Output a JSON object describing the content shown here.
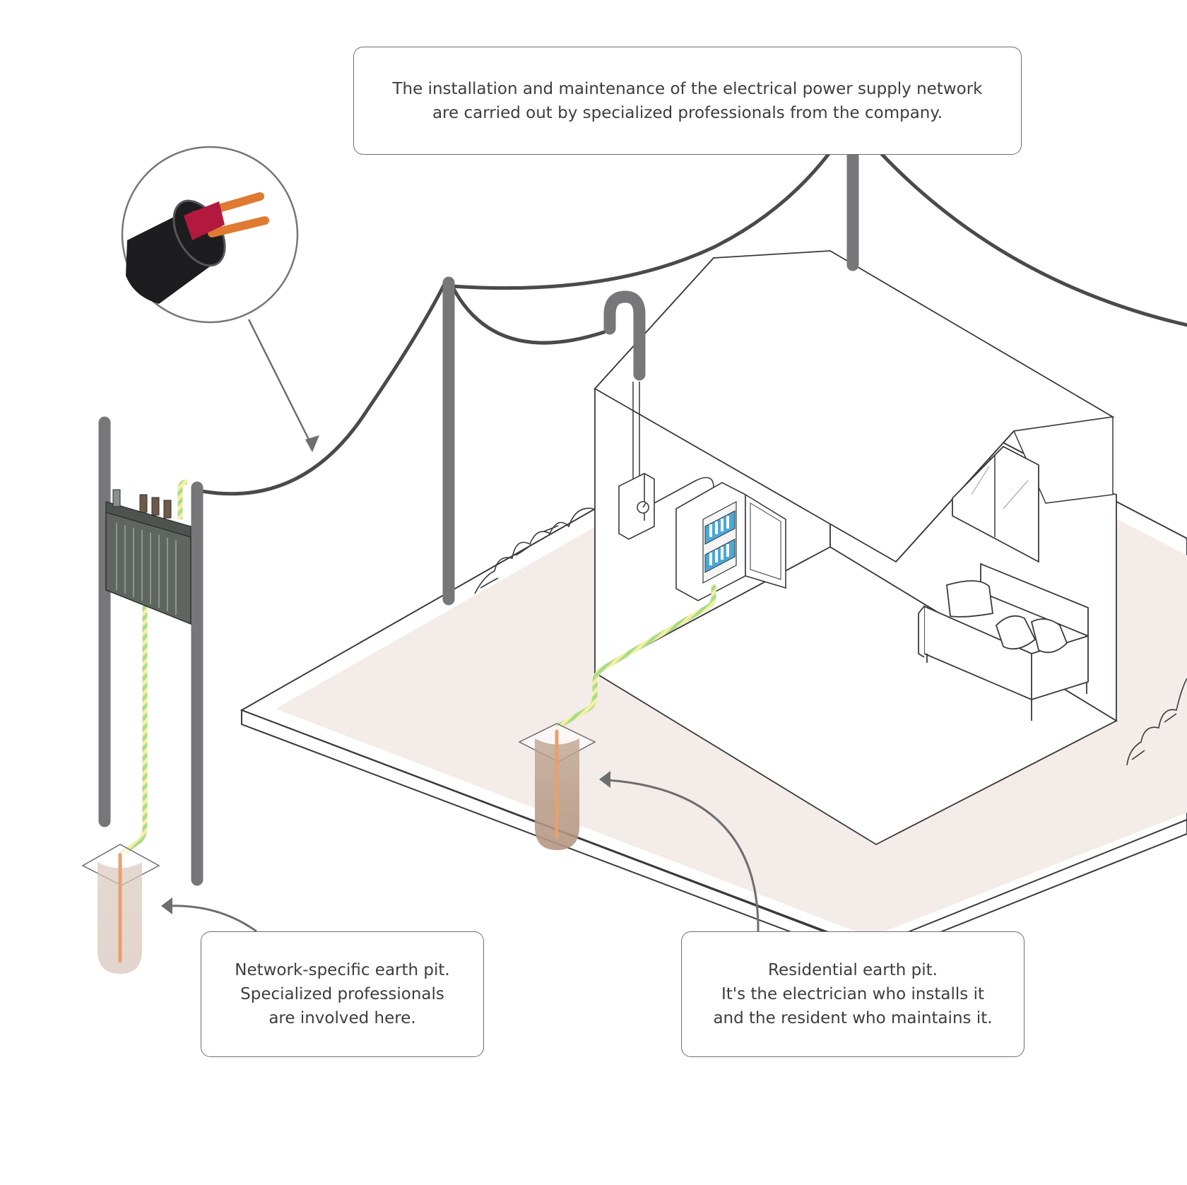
{
  "callouts": {
    "top": {
      "lines": [
        "The installation and maintenance of the electrical power supply network",
        "are carried out by specialized professionals from the company."
      ]
    },
    "left": {
      "lines": [
        "Network-specific earth pit.",
        "Specialized professionals",
        "are involved here."
      ]
    },
    "right": {
      "lines": [
        "Residential earth pit.",
        "It's the electrician who installs it",
        "and the resident who maintains it."
      ]
    }
  },
  "colors": {
    "ground_fill": "#f3ece8",
    "outline": "#3a3a3c",
    "pole": "#77777a",
    "cable": "#4a4a4c",
    "earth_wire_green": "#a9dc8d",
    "earth_rod_copper": "#e7a070",
    "pit_brown": "#b99c88",
    "cable_insulation_red": "#b3183f",
    "cable_sheath_black": "#1d1d1f",
    "copper_core": "#e07a32",
    "breaker_blue": "#4aa8d6",
    "transformer_grey": "#5f6660"
  },
  "icons": [
    "cable-cross-section-icon",
    "electric-meter-icon",
    "distribution-board-icon",
    "transformer-icon",
    "sofa-icon",
    "window-icon"
  ]
}
